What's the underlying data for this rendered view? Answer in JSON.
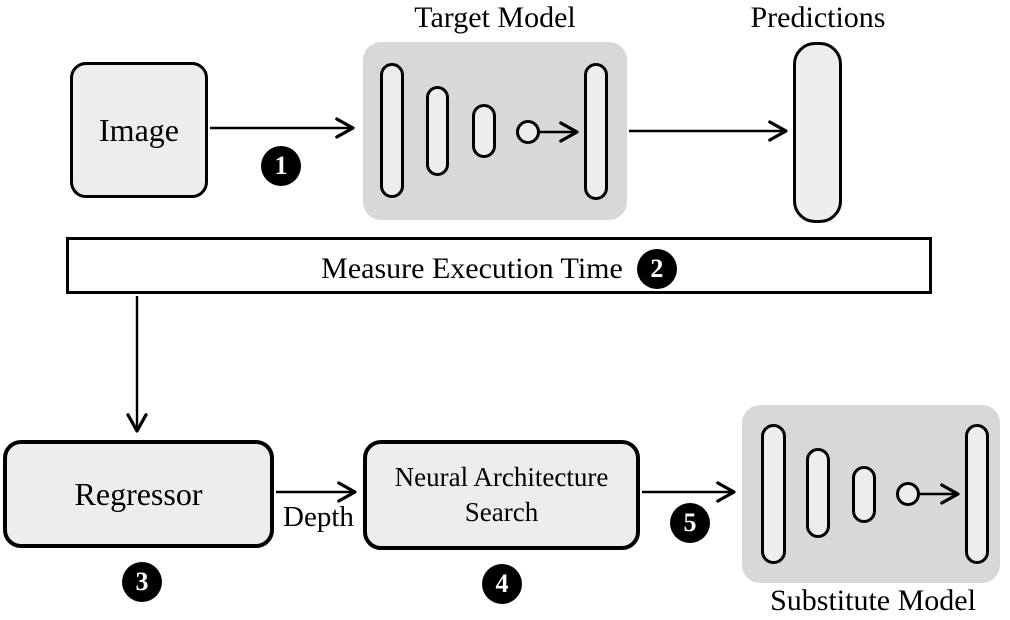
{
  "colors": {
    "container_bg": "#d8d8d8",
    "node_bg": "#ededed",
    "measure_bg": "#ffffff",
    "stroke": "#000000",
    "badge_bg": "#000000",
    "badge_fg": "#ffffff"
  },
  "captions": {
    "target_model": "Target Model",
    "predictions": "Predictions",
    "substitute_model": "Substitute Model"
  },
  "nodes": {
    "image": "Image",
    "measure": "Measure Execution Time",
    "regressor": "Regressor",
    "nas": "Neural Architecture Search"
  },
  "edge_labels": {
    "depth": "Depth"
  },
  "badges": {
    "step1": "1",
    "step2": "2",
    "step3": "3",
    "step4": "4",
    "step5": "5"
  }
}
